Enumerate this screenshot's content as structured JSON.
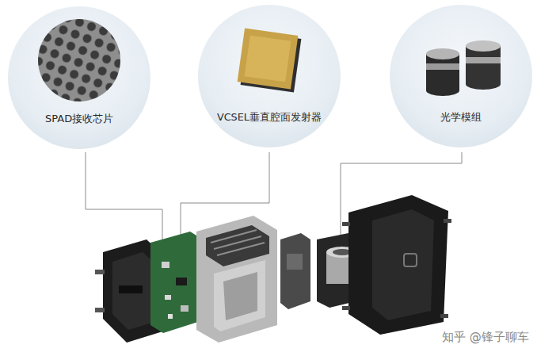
{
  "diagram": {
    "nodes": [
      {
        "text": [
          "SPAD接收芯片"
        ]
      },
      {
        "text": [
          "VCSEL垂直腔面发射器"
        ]
      },
      {
        "text": [
          "光学模组"
        ]
      }
    ],
    "labels": [
      "知乎 @锋子聊车"
    ]
  }
}
